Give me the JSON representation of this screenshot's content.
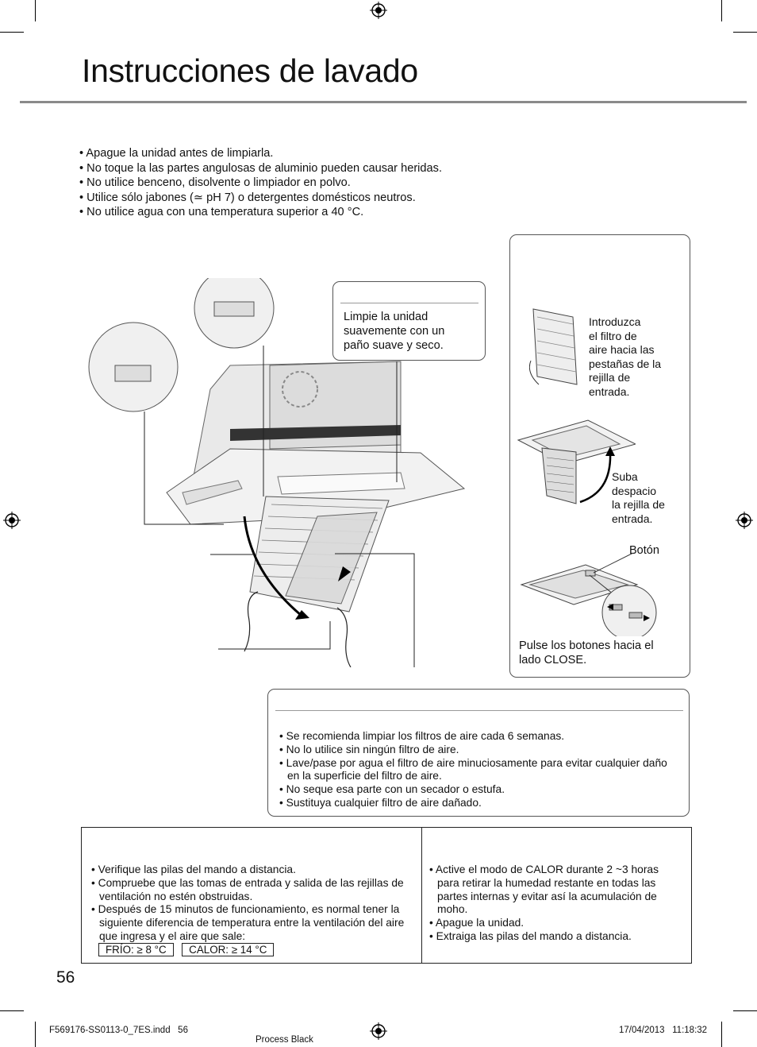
{
  "page": {
    "title": "Instrucciones de lavado",
    "page_number": "56"
  },
  "warnings": [
    "Apague la unidad antes de limpiarla.",
    "No toque la las partes angulosas de aluminio pueden causar heridas.",
    "No utilice benceno, disolvente o limpiador en polvo.",
    "Utilice sólo jabones (≃ pH 7) o detergentes domésticos neutros.",
    "No utilice agua con una temperatura superior a 40 °C."
  ],
  "unit_box": {
    "text_lines": [
      "Limpie la unidad",
      "suavemente con un",
      "paño suave y seco."
    ]
  },
  "right_panel": {
    "step1_lines": [
      "Introduzca",
      "el filtro de",
      "aire hacia las",
      "pestañas de la",
      "rejilla de",
      "entrada."
    ],
    "step2_lines": [
      "Suba",
      "despacio",
      "la rejilla de",
      "entrada."
    ],
    "button_label": "Botón",
    "step3_lines": [
      "Pulse los botones hacia el",
      "lado CLOSE."
    ]
  },
  "filter_box": {
    "items": [
      "Se recomienda limpiar los filtros de aire cada 6 semanas.",
      "No lo utilice sin ningún filtro de aire.",
      "Lave/pase por agua el filtro de aire minuciosamente para evitar cualquier daño en la superficie del filtro de aire.",
      "No seque esa parte con un secador o estufa.",
      "Sustituya cualquier filtro de aire dañado."
    ]
  },
  "bottom_table": {
    "left_items": [
      "Verifique las pilas del mando a distancia.",
      "Compruebe que las tomas de entrada y salida de las rejillas de ventilación no estén obstruidas.",
      "Después de 15 minutos de funcionamiento, es normal tener la siguiente diferencia de temperatura entre la ventilación del aire que ingresa y el aire que sale:"
    ],
    "cool_tag": "FRÍO: ≥ 8 °C",
    "heat_tag": "CALOR: ≥ 14 °C",
    "right_items": [
      "Active el modo de CALOR durante 2 ~3 horas para retirar la humedad restante en todas las partes internas y evitar así la acumulación de moho.",
      "Apague la unidad.",
      "Extraiga las pilas del mando a distancia."
    ]
  },
  "footer": {
    "file": "F569176-SS0113-0_7ES.indd   56",
    "process": "Process Black",
    "date": "17/04/2013   11:18:32"
  }
}
